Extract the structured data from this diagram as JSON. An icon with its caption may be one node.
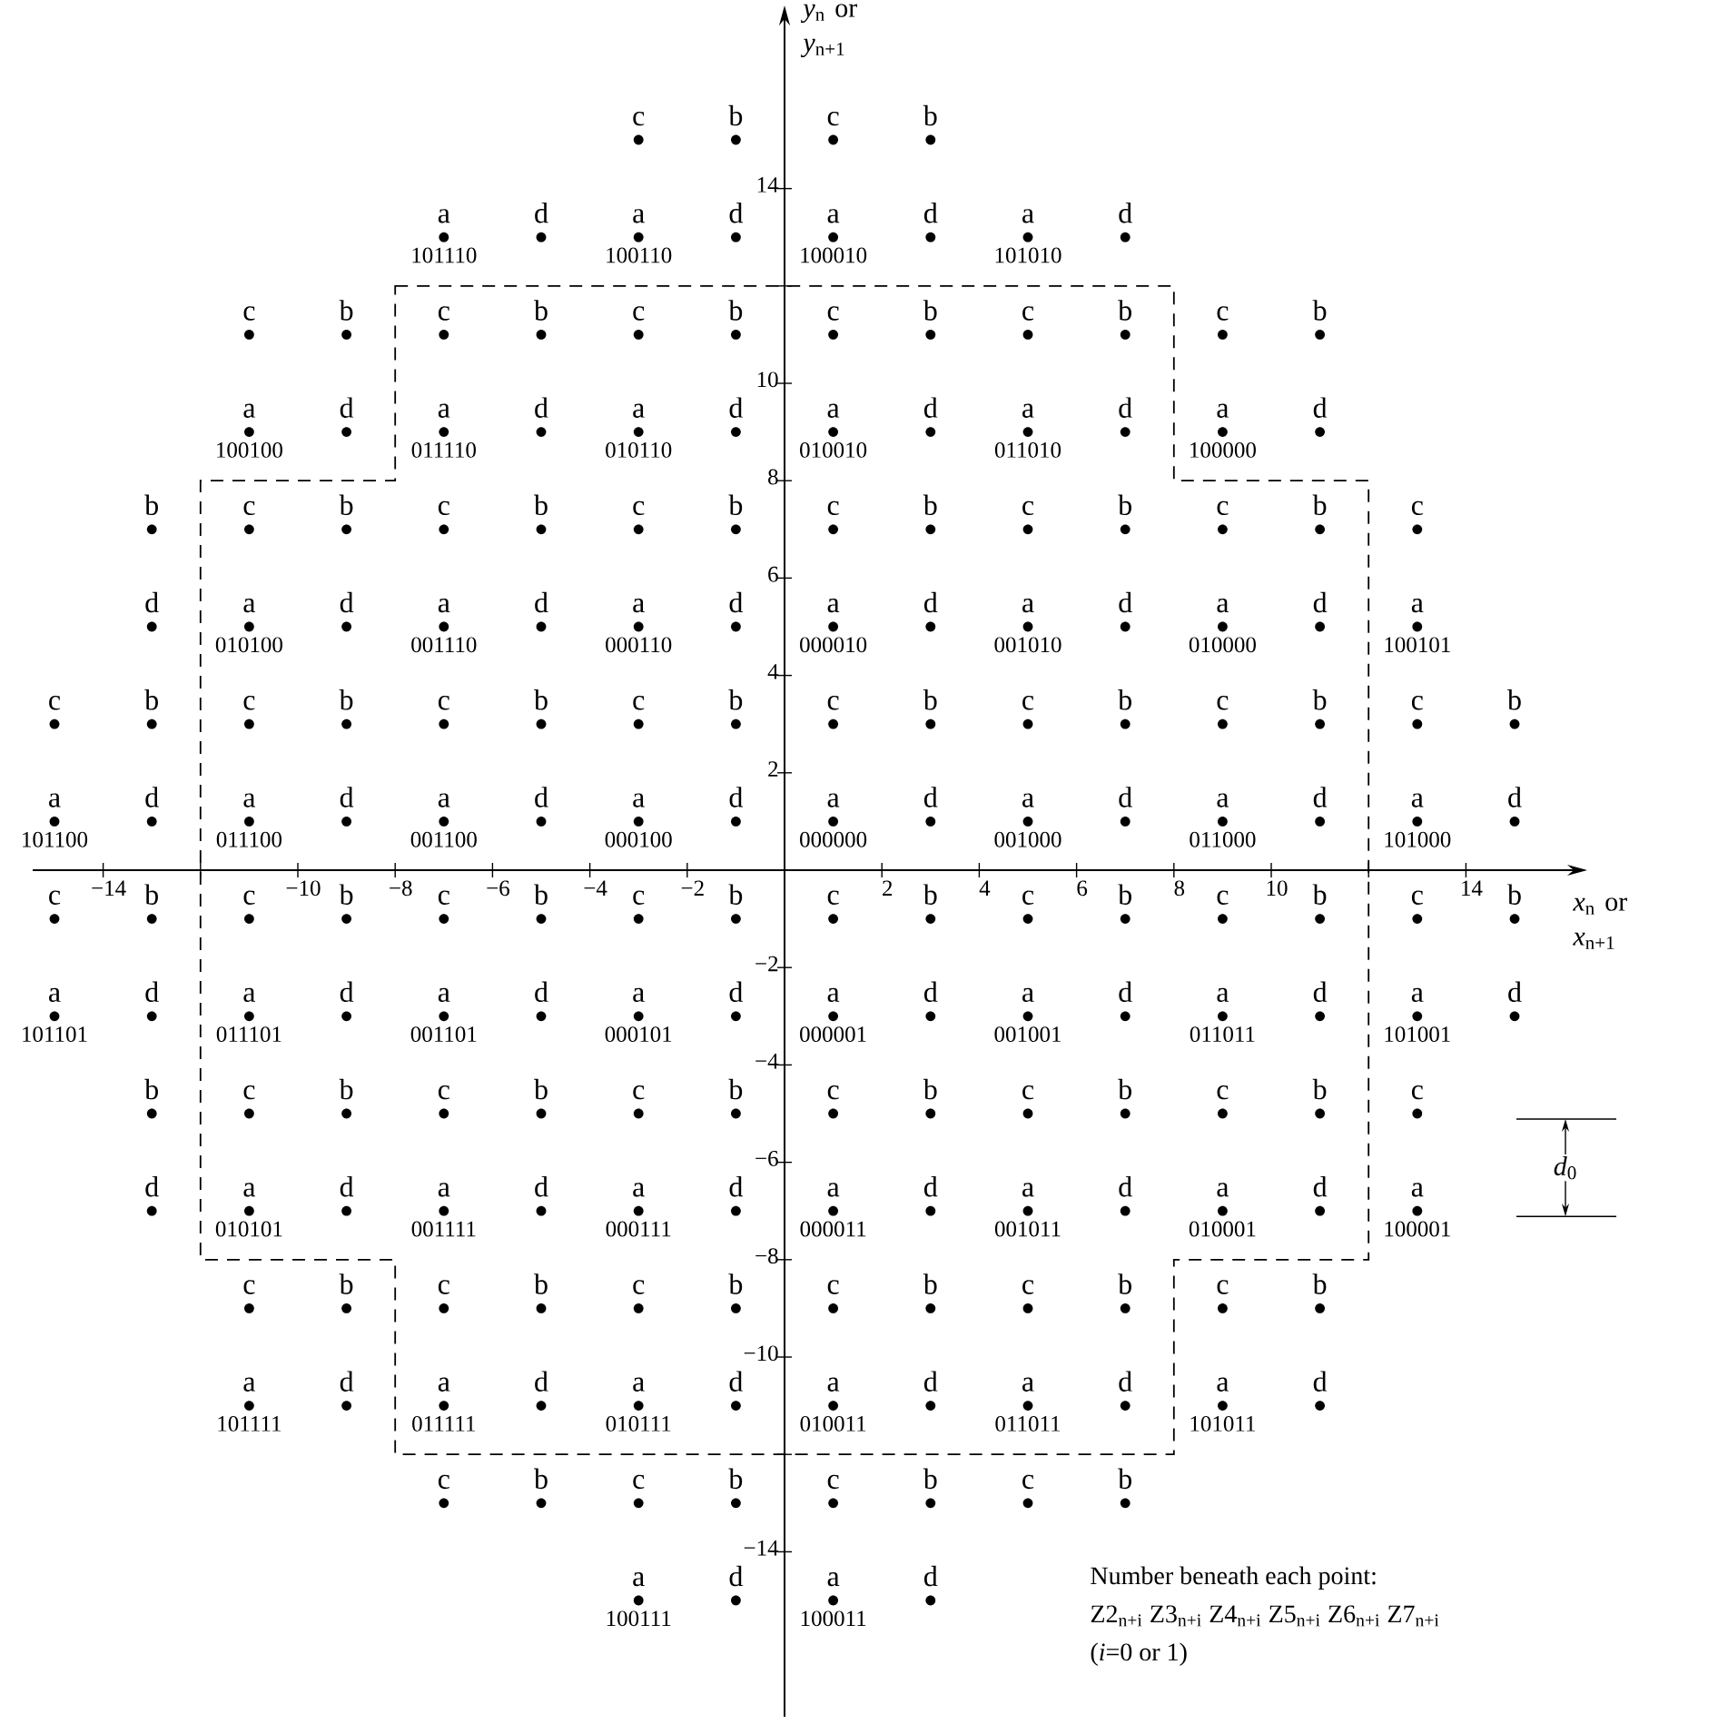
{
  "diagram": {
    "labels": [
      "*y*$_{n}$ or *y*$_{n+1}$",
      "c",
      "b",
      "c",
      "b",
      "14",
      "a",
      "d",
      "a",
      "d",
      "a",
      "d",
      "a",
      "d",
      "101110",
      "100110",
      "100010",
      "101010",
      "c",
      "b",
      "c",
      "b",
      "c",
      "b",
      "c",
      "b",
      "c",
      "b",
      "c",
      "b",
      "10",
      "a",
      "d",
      "a",
      "d",
      "a",
      "d",
      "a",
      "d",
      "a",
      "d",
      "a",
      "d",
      "100100",
      "011110",
      "010110",
      "010010",
      "011010",
      "100000",
      "8",
      "b",
      "c",
      "b",
      "c",
      "b",
      "c",
      "b",
      "c",
      "b",
      "c",
      "b",
      "c",
      "b",
      "c",
      "6",
      "d",
      "a",
      "d",
      "a",
      "d",
      "a",
      "d",
      "a",
      "d",
      "a",
      "d",
      "a",
      "d",
      "a",
      "010100",
      "001110",
      "000110",
      "000010",
      "001010",
      "010000",
      "100101",
      "4",
      "c",
      "b",
      "c",
      "b",
      "c",
      "b",
      "c",
      "b",
      "c",
      "b",
      "c",
      "b",
      "c",
      "b",
      "c",
      "b",
      "2",
      "a",
      "d",
      "a",
      "d",
      "a",
      "d",
      "a",
      "d",
      "a",
      "d",
      "a",
      "d",
      "a",
      "d",
      "a",
      "d",
      "101100",
      "011100",
      "001100",
      "000100",
      "000000",
      "001000",
      "011000",
      "101000",
      "−14",
      "−10",
      "−8",
      "−6",
      "−4",
      "−2",
      "2",
      "4",
      "6",
      "8",
      "10",
      "14",
      "*x*$_{n}$ or *x*$_{n+1}$",
      "c",
      "b",
      "c",
      "b",
      "c",
      "b",
      "c",
      "b",
      "c",
      "b",
      "c",
      "b",
      "c",
      "b",
      "c",
      "b",
      "−2",
      "a",
      "d",
      "a",
      "d",
      "a",
      "d",
      "a",
      "d",
      "a",
      "d",
      "a",
      "d",
      "a",
      "d",
      "a",
      "d",
      "101101",
      "011101",
      "001101",
      "000101",
      "000001",
      "001001",
      "011011",
      "101001",
      "−4",
      "b",
      "c",
      "b",
      "c",
      "b",
      "c",
      "b",
      "c",
      "b",
      "c",
      "b",
      "c",
      "b",
      "c",
      "−6",
      "*d*$_{0}$",
      "d",
      "a",
      "d",
      "a",
      "d",
      "a",
      "d",
      "a",
      "d",
      "a",
      "d",
      "a",
      "d",
      "a",
      "010101",
      "001111",
      "000111",
      "000011",
      "001011",
      "010001",
      "100001",
      "−8",
      "c",
      "b",
      "c",
      "b",
      "c",
      "b",
      "c",
      "b",
      "c",
      "b",
      "c",
      "b",
      "−10",
      "a",
      "d",
      "a",
      "d",
      "a",
      "d",
      "a",
      "d",
      "a",
      "d",
      "a",
      "d",
      "101111",
      "011111",
      "010111",
      "010011",
      "011011",
      "101011",
      "c",
      "b",
      "c",
      "b",
      "c",
      "b",
      "c",
      "b",
      "−14",
      "a",
      "d",
      "a",
      "d",
      "100111",
      "100011",
      "Number beneath each point:",
      "Z2$_{n+i}$ Z3$_{n+i}$ Z4$_{n+i}$ Z5$_{n+i}$ Z6$_{n+i}$ Z7$_{n+i}$",
      "(*i*=0 or 1)"
    ]
  }
}
